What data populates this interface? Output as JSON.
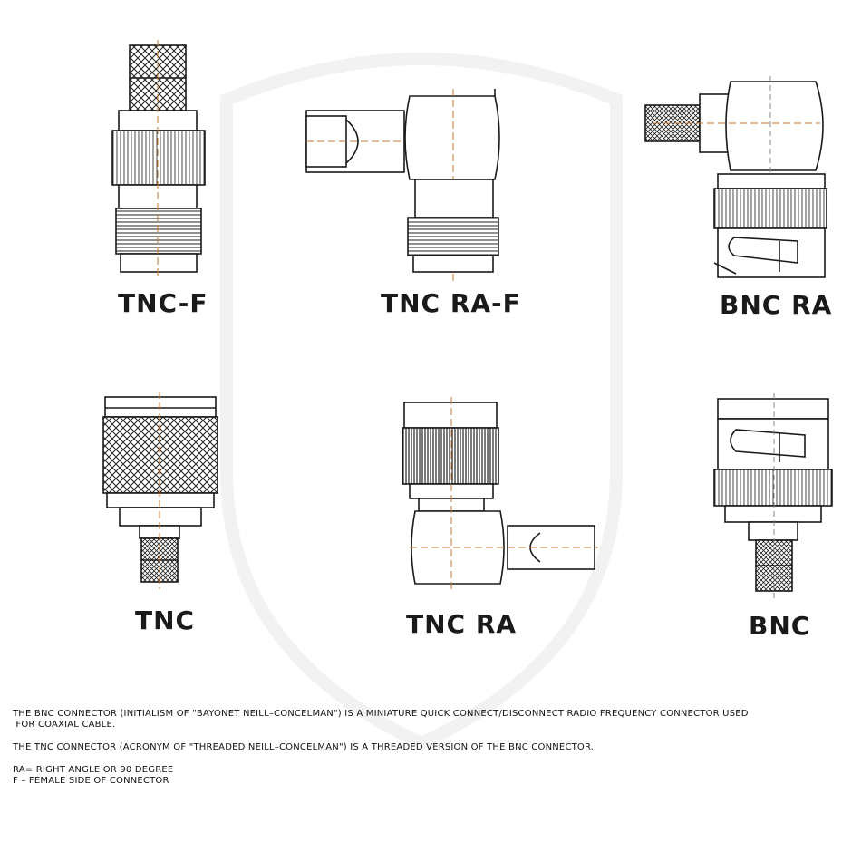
{
  "labels": {
    "tnc_f": "TNC-F",
    "tnc_ra_f": "TNC RA-F",
    "bnc_ra": "BNC RA",
    "tnc": "TNC",
    "tnc_ra": "TNC RA",
    "bnc": "BNC"
  },
  "notes": {
    "bnc_line1": "THE BNC CONNECTOR (INITIALISM OF \"BAYONET NEILL–CONCELMAN\") IS A MINIATURE QUICK CONNECT/DISCONNECT RADIO FREQUENCY CONNECTOR USED",
    "bnc_line2": "FOR COAXIAL CABLE.",
    "tnc_line": "THE TNC CONNECTOR (ACRONYM OF \"THREADED NEILL–CONCELMAN\") IS A THREADED VERSION OF THE BNC CONNECTOR.",
    "ra_def": "RA= RIGHT ANGLE OR 90 DEGREE",
    "f_def": "F – FEMALE SIDE OF CONNECTOR"
  },
  "colors": {
    "ink": "#1a1a1a",
    "guide": "#c9772f",
    "watermark": "#f1f1f1"
  }
}
